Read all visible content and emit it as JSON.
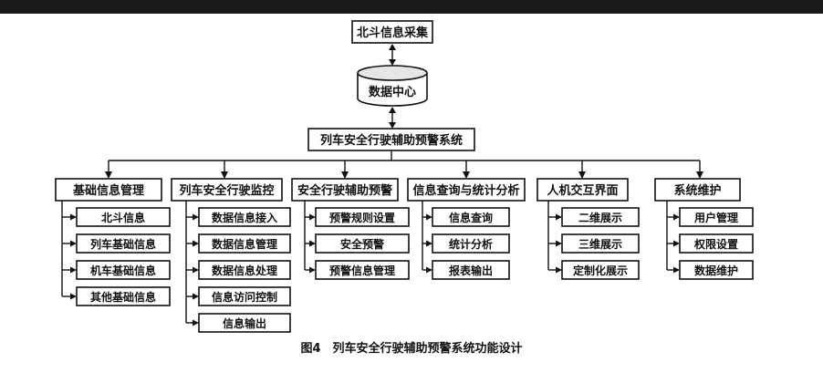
{
  "diagram": {
    "top_node": "北斗信息采集",
    "data_center": "数据中心",
    "system_node": "列车安全行驶辅助预警系统",
    "caption": "图4　列车安全行驶辅助预警系统功能设计",
    "modules": [
      {
        "title": "基础信息管理",
        "items": [
          "北斗信息",
          "列车基础信息",
          "机车基础信息",
          "其他基础信息"
        ]
      },
      {
        "title": "列车安全行驶监控",
        "items": [
          "数据信息接入",
          "数据信息管理",
          "数据信息处理",
          "信息访问控制",
          "信息输出"
        ]
      },
      {
        "title": "安全行驶辅助预警",
        "items": [
          "预警规则设置",
          "安全预警",
          "预警信息管理"
        ]
      },
      {
        "title": "信息查询与统计分析",
        "items": [
          "信息查询",
          "统计分析",
          "报表输出"
        ]
      },
      {
        "title": "人机交互界面",
        "items": [
          "二维展示",
          "三维展示",
          "定制化展示"
        ]
      },
      {
        "title": "系统维护",
        "items": [
          "用户管理",
          "权限设置",
          "数据维护"
        ]
      }
    ]
  }
}
